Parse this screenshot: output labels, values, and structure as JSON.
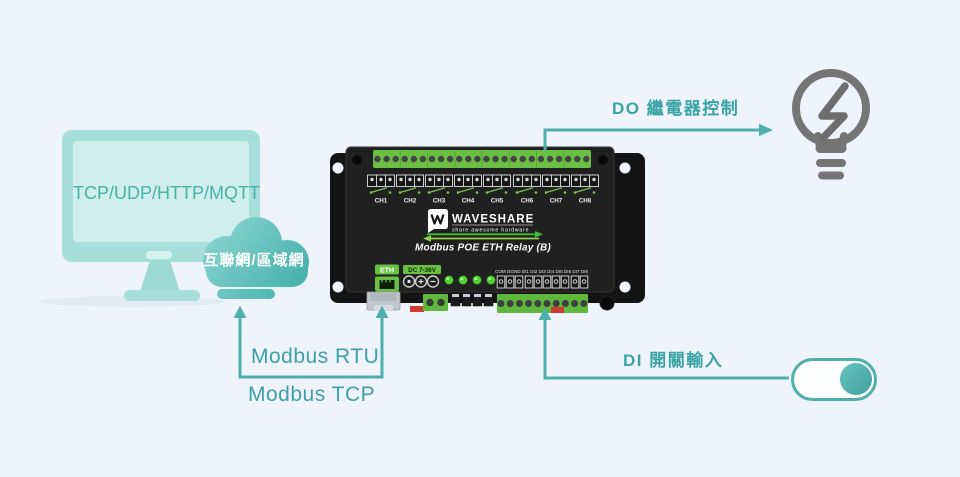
{
  "colors": {
    "background": "#eff4fc",
    "accent_teal": "#4fafac",
    "label_teal": "#3aa3a4",
    "monitor_teal": "#a6dedb",
    "screen_fill": "#cfeeec",
    "cloud_teal": "#45b1ab",
    "device_green": "#6abf45",
    "bulb_gray": "#757575"
  },
  "monitor": {
    "screen_label": "TCP/UDP/HTTP/MQTT"
  },
  "cloud": {
    "label": "互聯網/區域網"
  },
  "annotations": {
    "do": "DO 繼電器控制",
    "di": "DI 開關輸入",
    "modbus_rtu": "Modbus RTU",
    "modbus_tcp": "Modbus TCP"
  },
  "device": {
    "brand": "WAVESHARE",
    "tagline": "share awesome hardware",
    "model": "Modbus POE ETH Relay (B)",
    "channels": [
      "CH1",
      "CH2",
      "CH3",
      "CH4",
      "CH5",
      "CH6",
      "CH7",
      "CH8"
    ],
    "eth_port_label": "ETH",
    "power_label": "DC 7-36V",
    "di_header": "COM DGND DI1 DI2 DI3 DI4 DI5 DI6 DI7 DI8"
  }
}
